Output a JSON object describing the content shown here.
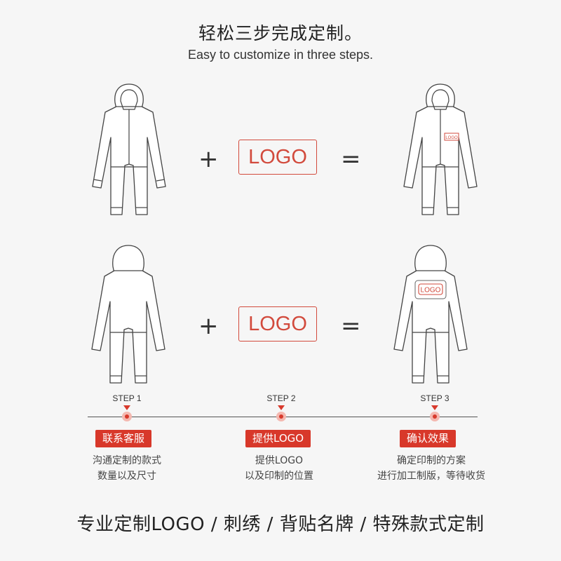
{
  "title_cn": "轻松三步完成定制。",
  "title_en": "Easy to customize in three steps.",
  "plus": "+",
  "equals": "=",
  "logo_text": "LOGO",
  "steps": [
    {
      "label": "STEP 1",
      "badge": "联系客服",
      "desc_line1": "沟通定制的款式",
      "desc_line2": "数量以及尺寸"
    },
    {
      "label": "STEP 2",
      "badge": "提供LOGO",
      "desc_line1": "提供LOGO",
      "desc_line2": "以及印制的位置"
    },
    {
      "label": "STEP 3",
      "badge": "确认效果",
      "desc_line1": "确定印制的方案",
      "desc_line2": "进行加工制版，等待收货"
    }
  ],
  "footer": "专业定制LOGO / 刺绣 / 背贴名牌 / 特殊款式定制",
  "colors": {
    "accent": "#d8382a",
    "outline": "#444444",
    "background": "#f6f6f6"
  }
}
